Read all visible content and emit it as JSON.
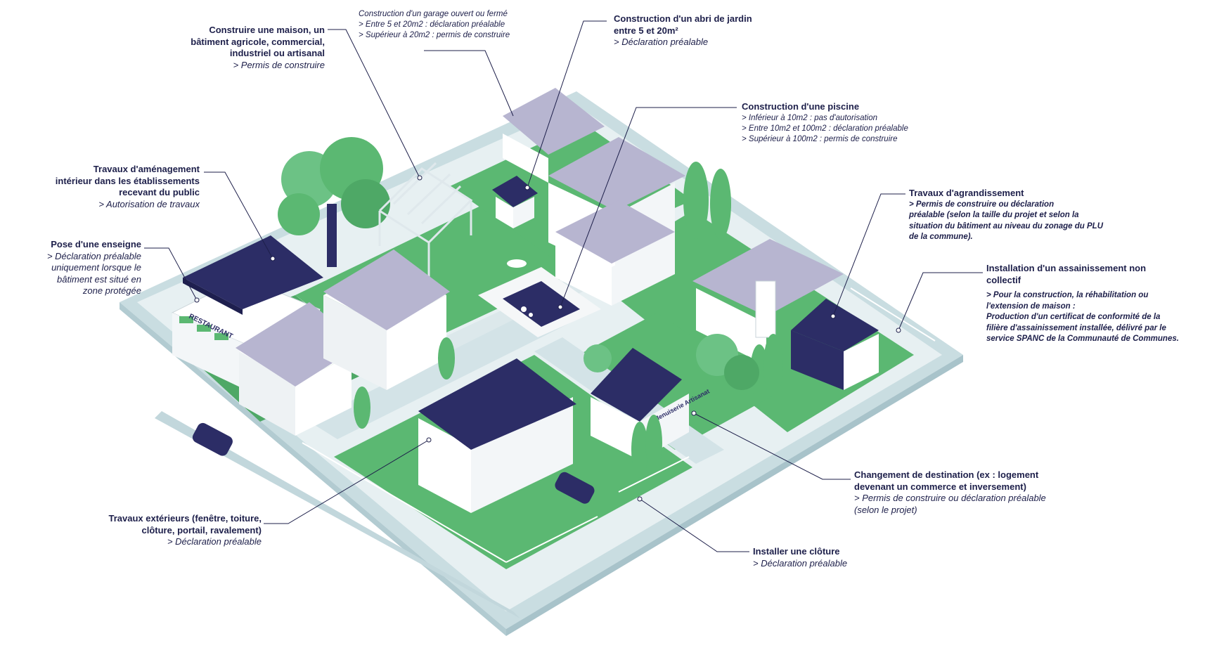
{
  "callouts": {
    "construire_maison": {
      "title": "Construire une maison, un\nbâtiment agricole, commercial,\nindustriel ou artisanal",
      "note": "> Permis de construire"
    },
    "garage": {
      "title": "Construction d'un garage ouvert ou fermé",
      "lines": [
        "> Entre 5 et 20m2 : déclaration préalable",
        "> Supérieur à 20m2 : permis de construire"
      ]
    },
    "abri_jardin": {
      "title": "Construction d'un abri de jardin\nentre 5 et 20m²",
      "note": "> Déclaration préalable"
    },
    "piscine": {
      "title": "Construction d'une piscine",
      "lines": [
        "> Inférieur à 10m2 : pas d'autorisation",
        "> Entre 10m2 et 100m2 : déclaration préalable",
        "> Supérieur à 100m2 : permis de construire"
      ]
    },
    "amenagement": {
      "title": "Travaux d'aménagement\nintérieur dans les établissements\nrecevant du public",
      "note": "> Autorisation de travaux"
    },
    "enseigne": {
      "title": "Pose d'une enseigne",
      "note": "> Déclaration préalable\nuniquement lorsque le\nbâtiment est situé en\nzone protégée"
    },
    "agrandissement": {
      "title": "Travaux d'agrandissement",
      "note": "> Permis de construire ou déclaration\npréalable (selon la taille du projet et selon la\nsituation du bâtiment au niveau du zonage du PLU\nde la commune)."
    },
    "assainissement": {
      "title": "Installation d'un assainissement non\ncollectif",
      "note": "> Pour la construction, la réhabilitation ou\nl'extension de maison :\nProduction d'un certificat de conformité de la\nfilière d'assainissement installée, délivré par le\nservice SPANC de la Communauté de Communes."
    },
    "changement": {
      "title": "Changement de destination (ex : logement\ndevenant un commerce et inversement)",
      "note": "> Permis de construire ou déclaration préalable\n(selon le projet)"
    },
    "cloture": {
      "title": "Installer une clôture",
      "note": "> Déclaration préalable"
    },
    "exterieurs": {
      "title": "Travaux extérieurs (fenêtre, toiture,\nclôture, portail, ravalement)",
      "note": "> Déclaration préalable"
    }
  },
  "signs": {
    "restaurant": "RESTAURANT",
    "artisan": "Menuiserie Artisanat"
  },
  "colors": {
    "grass": "#5bb872",
    "grass_dark": "#3f9a5a",
    "road": "#dce8eb",
    "road_edge": "#c2d7dc",
    "pavement": "#eef4f5",
    "roof_light": "#b7b5d0",
    "roof_dark": "#2c2d66",
    "wall": "#ffffff",
    "text": "#1d1f4a"
  }
}
